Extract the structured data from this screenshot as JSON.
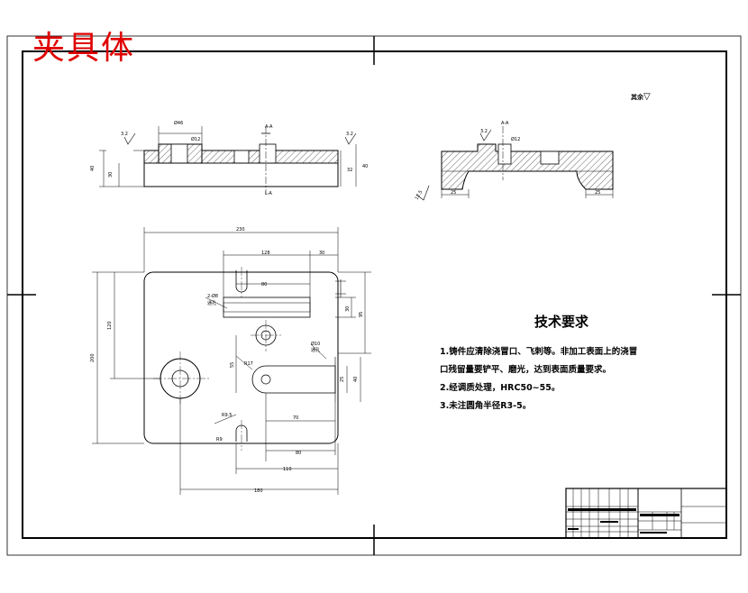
{
  "drawing_title": "夹具体",
  "roughness_note": "其余",
  "technical_requirements": {
    "heading": "技术要求",
    "lines": [
      "1.铸件应清除浇冒口、飞刺等。非加工表面上的浇冒",
      "口残留量要铲平、磨光，达到表面质量要求。",
      "2.经调质处理，HRC50~55。",
      "3.未注圆角半径R3-5。"
    ]
  },
  "colors": {
    "line": "#000000",
    "title": "#e00000",
    "hatch": "#000000"
  }
}
